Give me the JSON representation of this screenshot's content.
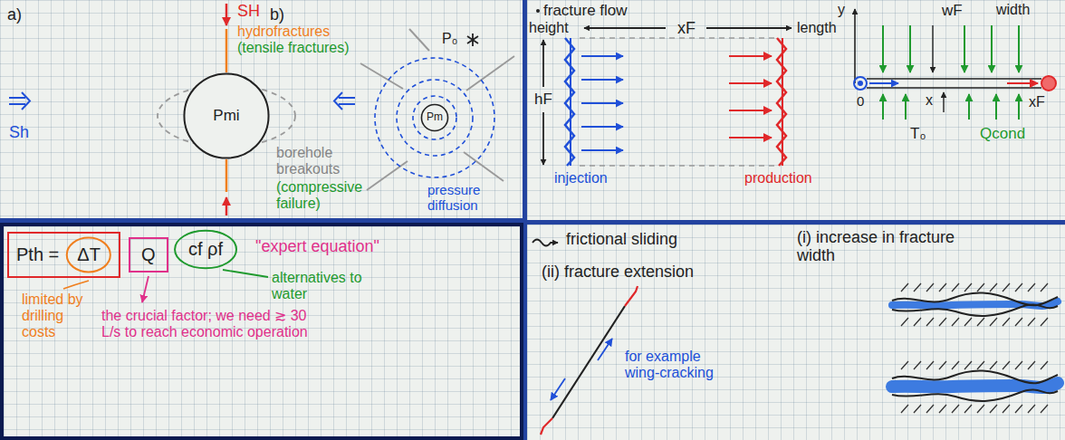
{
  "diagram": {
    "nodes": [
      {
        "text": [
          "Pmi"
        ]
      },
      {
        "text": [
          "Pm"
        ]
      },
      {
        "text": [
          "Pth ="
        ]
      },
      {
        "text": [
          "ΔT"
        ],
        "in": 2
      },
      {
        "text": [
          "Q"
        ]
      },
      {
        "text": [
          "cf ρf"
        ]
      }
    ],
    "labels": [
      "a)",
      "SH",
      "hydrofractures",
      "(tensile fractures)",
      "Sh",
      "borehole breakouts",
      "(compressive failure)",
      "b)",
      "P₀",
      "pressure diffusion",
      "fracture flow",
      "height",
      "xF",
      "length",
      "hF",
      "injection",
      "production",
      "y",
      "wF",
      "width",
      "0",
      "x",
      "xF",
      "T₀",
      "Qcond",
      "frictional sliding",
      "(i) increase in fracture width",
      "(ii) fracture extension",
      "for example wing-cracking",
      "\"expert equation\"",
      "limited by drilling costs",
      "the crucial factor; we need ≳ 30 L/s to reach economic operation",
      "alternatives to water"
    ]
  }
}
